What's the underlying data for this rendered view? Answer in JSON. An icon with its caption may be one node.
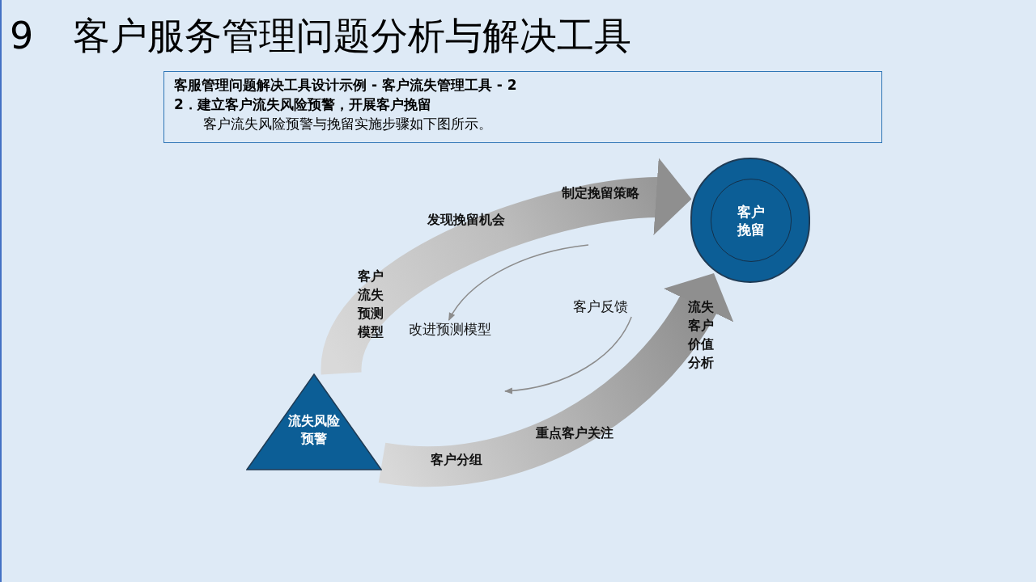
{
  "diagram": {
    "title": "9 客户服务管理问题分析与解决工具",
    "nodes": [
      {
        "text": [
          "客服管理问题解决工具设计示例 - 客户流失管理工具 - 2",
          "2．建立客户流失风险预警，开展客户挽留",
          "客户流失风险预警与挽留实施步骤如下图所示。"
        ]
      },
      {
        "text": [
          "流失风险预警"
        ]
      },
      {
        "text": [
          "客户挽留"
        ]
      },
      {
        "text": [
          "客户流失预测模型"
        ]
      },
      {
        "text": [
          "发现挽留机会"
        ]
      },
      {
        "text": [
          "制定挽留策略"
        ]
      },
      {
        "text": [
          "客户分组"
        ]
      },
      {
        "text": [
          "重点客户关注"
        ]
      },
      {
        "text": [
          "流失客户价值分析"
        ]
      },
      {
        "text": [
          "客户反馈"
        ]
      },
      {
        "text": [
          "改进预测模型"
        ]
      }
    ],
    "edges": [
      {
        "from": 1,
        "to": 2,
        "arrow": "to",
        "style": "thick"
      },
      {
        "from": 1,
        "to": 2,
        "arrow": "to",
        "style": "thick"
      },
      {
        "from": null,
        "to": 10,
        "arrow": "to"
      },
      {
        "from": 9,
        "to": null,
        "arrow": "to"
      }
    ]
  }
}
